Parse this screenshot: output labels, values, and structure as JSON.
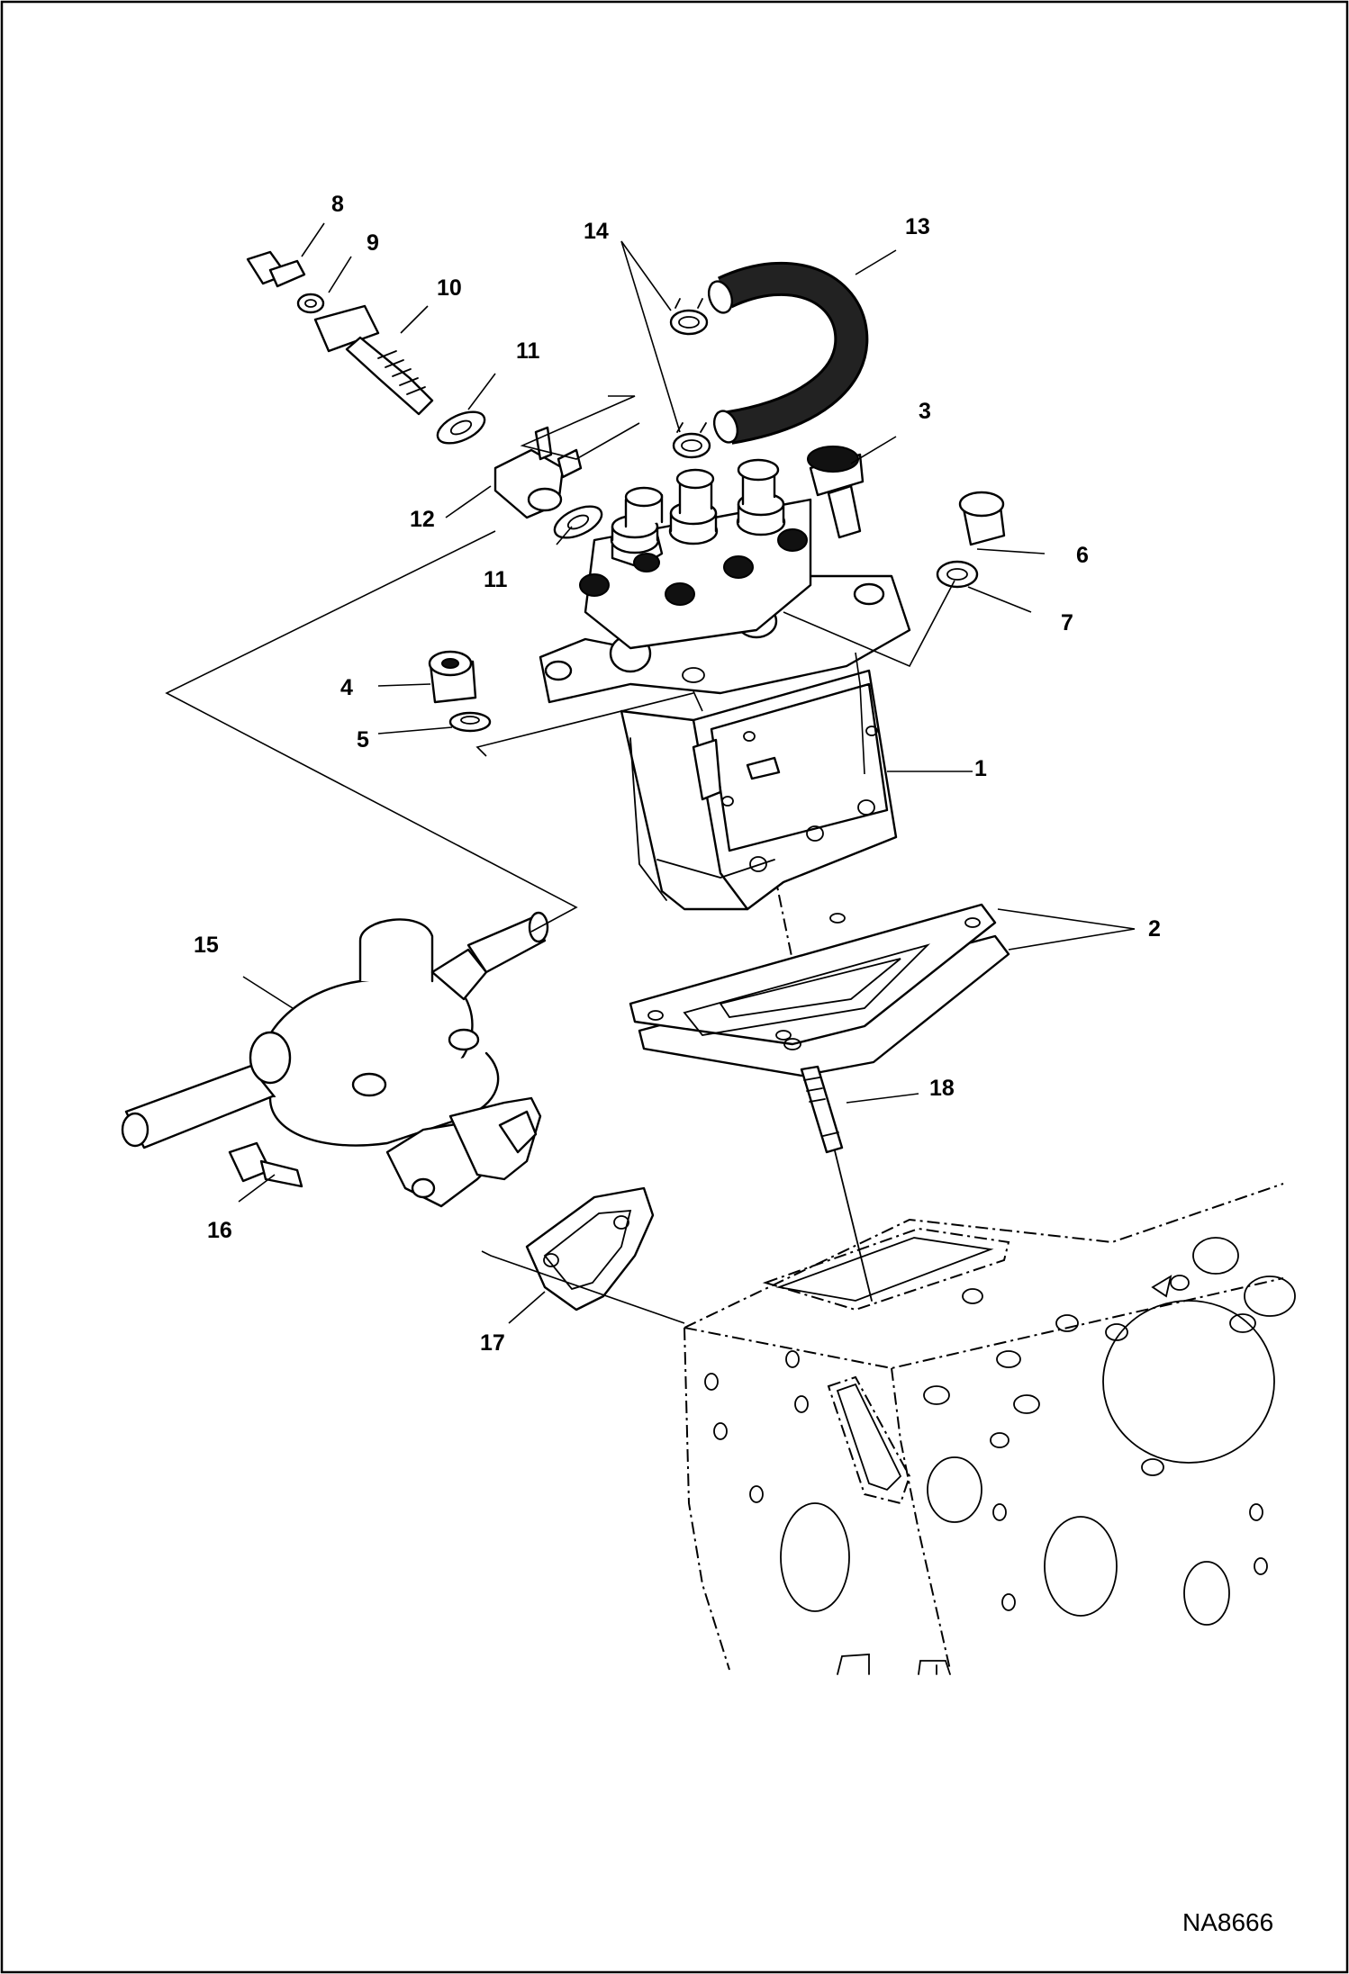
{
  "diagram": {
    "drawing_number": "NA8666",
    "callouts": [
      {
        "id": "c1",
        "label": "1"
      },
      {
        "id": "c2",
        "label": "2"
      },
      {
        "id": "c3",
        "label": "3"
      },
      {
        "id": "c4",
        "label": "4"
      },
      {
        "id": "c5",
        "label": "5"
      },
      {
        "id": "c6",
        "label": "6"
      },
      {
        "id": "c7",
        "label": "7"
      },
      {
        "id": "c8",
        "label": "8"
      },
      {
        "id": "c9",
        "label": "9"
      },
      {
        "id": "c10",
        "label": "10"
      },
      {
        "id": "c11a",
        "label": "11"
      },
      {
        "id": "c11b",
        "label": "11"
      },
      {
        "id": "c12",
        "label": "12"
      },
      {
        "id": "c13",
        "label": "13"
      },
      {
        "id": "c14",
        "label": "14"
      },
      {
        "id": "c15",
        "label": "15"
      },
      {
        "id": "c16",
        "label": "16"
      },
      {
        "id": "c17",
        "label": "17"
      },
      {
        "id": "c18",
        "label": "18"
      }
    ]
  }
}
